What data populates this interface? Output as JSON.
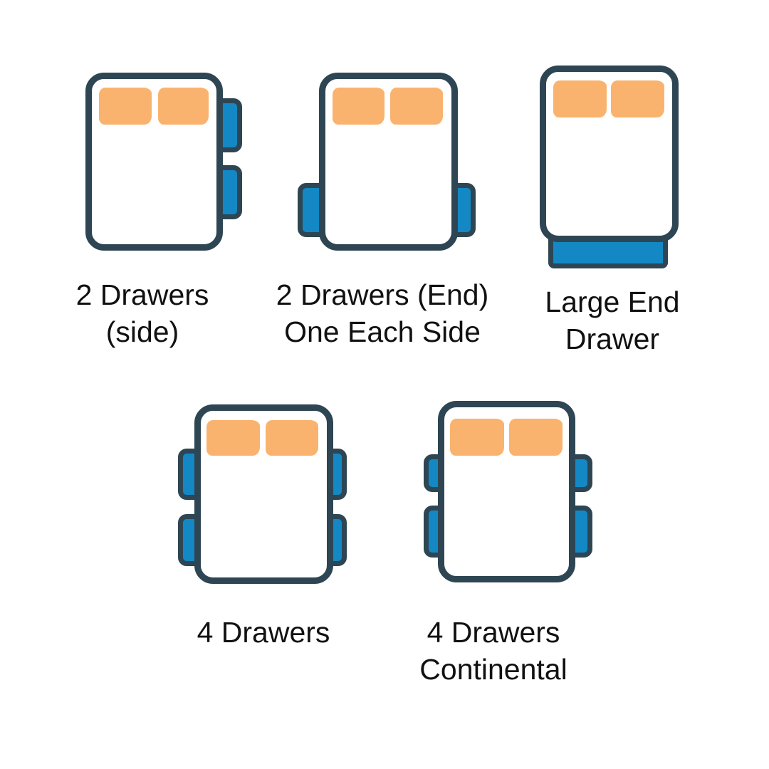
{
  "palette": {
    "background": "#ffffff",
    "outline": "#2E4653",
    "drawer_blue": "#1488C4",
    "pillow_orange": "#FAB36E",
    "label_text": "#111111"
  },
  "figures": [
    {
      "id": "two-drawers-side",
      "label_lines": [
        "2 Drawers",
        "(side)"
      ],
      "drawer_count": 2,
      "drawers": [
        "right-upper",
        "right-lower"
      ]
    },
    {
      "id": "two-drawers-end-one-each-side",
      "label_lines": [
        "2 Drawers (End)",
        "One Each Side"
      ],
      "drawer_count": 2,
      "drawers": [
        "left-end",
        "right-end"
      ]
    },
    {
      "id": "large-end-drawer",
      "label_lines": [
        "Large End",
        "Drawer"
      ],
      "drawer_count": 1,
      "drawers": [
        "foot-end-full-width"
      ]
    },
    {
      "id": "four-drawers",
      "label_lines": [
        "4 Drawers"
      ],
      "drawer_count": 4,
      "drawers": [
        "left-upper",
        "left-lower",
        "right-upper",
        "right-lower"
      ]
    },
    {
      "id": "four-drawers-continental",
      "label_lines": [
        "4 Drawers",
        "Continental"
      ],
      "drawer_count": 4,
      "drawers": [
        "left-upper-small",
        "left-lower",
        "right-upper-small",
        "right-lower"
      ]
    }
  ]
}
